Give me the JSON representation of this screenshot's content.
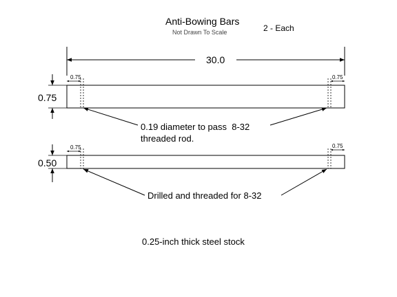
{
  "drawing": {
    "title": "Anti-Bowing Bars",
    "subtitle": "Not Drawn To Scale",
    "quantity": "2 - Each",
    "overall_length": "30.0",
    "top_bar": {
      "end_left": "0.75",
      "end_right": "0.75",
      "height": "0.75",
      "note_line1": "0.19 diameter to pass  8-32",
      "note_line2": "threaded rod."
    },
    "bottom_bar": {
      "end_left": "0.75",
      "end_right": "0.75",
      "height": "0.50",
      "note": "Drilled and threaded for 8-32"
    },
    "material": "0.25-inch thick steel stock"
  }
}
